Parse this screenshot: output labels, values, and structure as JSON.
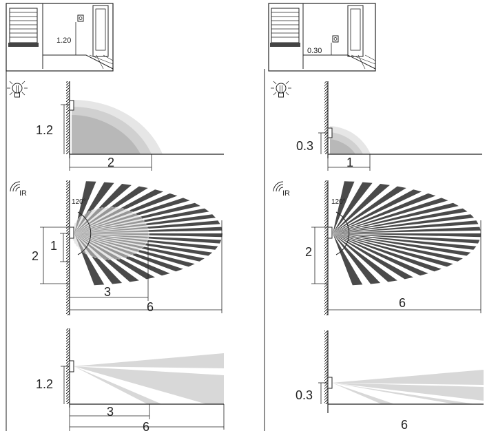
{
  "left": {
    "inset_height": "1.20",
    "light": {
      "height": "1.2",
      "range": "2"
    },
    "ir": {
      "angle": "120°",
      "inner_height": "1",
      "outer_height": "2",
      "inner_range": "3",
      "outer_range": "6"
    },
    "side": {
      "height": "1.2",
      "inner_range": "3",
      "outer_range": "6"
    }
  },
  "right": {
    "inset_height": "0.30",
    "light": {
      "height": "0.3",
      "range": "1"
    },
    "ir": {
      "angle": "120°",
      "outer_height": "2",
      "outer_range": "6"
    },
    "side": {
      "height": "0.3",
      "outer_range": "6"
    }
  },
  "ir_label": "IR",
  "colors": {
    "dark": "#4a4a4a",
    "zone1": "#e6e6e6",
    "zone2": "#d0d0d0",
    "zone3": "#b8b8b8",
    "beam": "#d8d8d8",
    "line": "#222222"
  }
}
